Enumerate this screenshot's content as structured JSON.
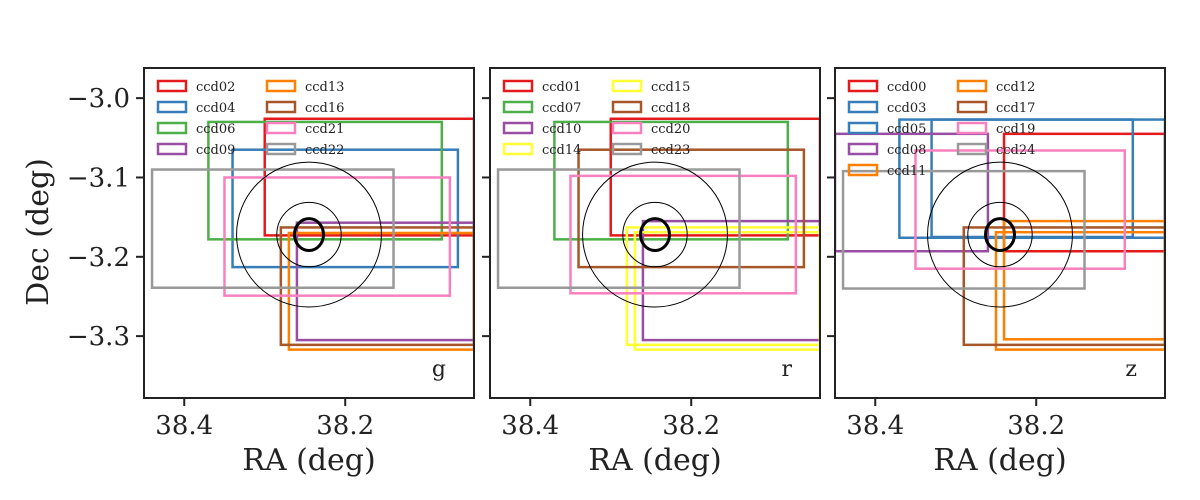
{
  "chart_data": {
    "type": "footprint",
    "xlabel": "RA (deg)",
    "ylabel": "Dec (deg)",
    "xlim": [
      38.45,
      38.04
    ],
    "ylim": [
      -3.378,
      -2.962
    ],
    "xticks": [
      38.4,
      38.2
    ],
    "xtick_labels": [
      "38.4",
      "38.2"
    ],
    "yticks": [
      -3.0,
      -3.1,
      -3.2,
      -3.3
    ],
    "ytick_labels": [
      "−3.0",
      "−3.1",
      "−3.2",
      "−3.3"
    ],
    "target": {
      "ra": 38.245,
      "dec": -3.172
    },
    "contour_radii_deg": [
      0.09,
      0.04,
      0.018
    ],
    "panels": [
      {
        "band": "g",
        "ccds": [
          {
            "name": "ccd02",
            "color": "#e41a1c",
            "ra": [
              38.04,
              38.3
            ],
            "dec": [
              -3.173,
              -3.026
            ]
          },
          {
            "name": "ccd04",
            "color": "#377eb8",
            "ra": [
              38.06,
              38.34
            ],
            "dec": [
              -3.213,
              -3.065
            ]
          },
          {
            "name": "ccd06",
            "color": "#4daf4a",
            "ra": [
              38.08,
              38.37
            ],
            "dec": [
              -3.178,
              -3.03
            ]
          },
          {
            "name": "ccd09",
            "color": "#984ea3",
            "ra": [
              38.04,
              38.26
            ],
            "dec": [
              -3.305,
              -3.157
            ]
          },
          {
            "name": "ccd13",
            "color": "#ff7f00",
            "ra": [
              38.04,
              38.27
            ],
            "dec": [
              -3.317,
              -3.17
            ]
          },
          {
            "name": "ccd16",
            "color": "#a65628",
            "ra": [
              38.04,
              38.28
            ],
            "dec": [
              -3.311,
              -3.163
            ]
          },
          {
            "name": "ccd21",
            "color": "#f781bf",
            "ra": [
              38.07,
              38.35
            ],
            "dec": [
              -3.249,
              -3.1
            ]
          },
          {
            "name": "ccd22",
            "color": "#999999",
            "ra": [
              38.14,
              38.44
            ],
            "dec": [
              -3.239,
              -3.09
            ]
          }
        ]
      },
      {
        "band": "r",
        "ccds": [
          {
            "name": "ccd01",
            "color": "#e41a1c",
            "ra": [
              38.04,
              38.3
            ],
            "dec": [
              -3.173,
              -3.026
            ]
          },
          {
            "name": "ccd07",
            "color": "#4daf4a",
            "ra": [
              38.08,
              38.37
            ],
            "dec": [
              -3.178,
              -3.03
            ]
          },
          {
            "name": "ccd10",
            "color": "#984ea3",
            "ra": [
              38.04,
              38.26
            ],
            "dec": [
              -3.305,
              -3.155
            ]
          },
          {
            "name": "ccd14",
            "color": "#ffff33",
            "ra": [
              38.04,
              38.28
            ],
            "dec": [
              -3.311,
              -3.163
            ]
          },
          {
            "name": "ccd15",
            "color": "#ffff33",
            "ra": [
              38.04,
              38.27
            ],
            "dec": [
              -3.317,
              -3.169
            ]
          },
          {
            "name": "ccd18",
            "color": "#a65628",
            "ra": [
              38.06,
              38.34
            ],
            "dec": [
              -3.213,
              -3.065
            ]
          },
          {
            "name": "ccd20",
            "color": "#f781bf",
            "ra": [
              38.07,
              38.35
            ],
            "dec": [
              -3.246,
              -3.098
            ]
          },
          {
            "name": "ccd23",
            "color": "#999999",
            "ra": [
              38.14,
              38.44
            ],
            "dec": [
              -3.239,
              -3.09
            ]
          }
        ]
      },
      {
        "band": "z",
        "ccds": [
          {
            "name": "ccd00",
            "color": "#e41a1c",
            "ra": [
              38.04,
              38.24
            ],
            "dec": [
              -3.193,
              -3.045
            ]
          },
          {
            "name": "ccd03",
            "color": "#377eb8",
            "ra": [
              38.04,
              38.37
            ],
            "dec": [
              -3.176,
              -3.027
            ]
          },
          {
            "name": "ccd05",
            "color": "#377eb8",
            "ra": [
              38.08,
              38.33
            ],
            "dec": [
              -3.175,
              -3.027
            ]
          },
          {
            "name": "ccd08",
            "color": "#984ea3",
            "ra": [
              38.26,
              38.45
            ],
            "dec": [
              -3.193,
              -3.045
            ]
          },
          {
            "name": "ccd11",
            "color": "#ff7f00",
            "ra": [
              38.04,
              38.25
            ],
            "dec": [
              -3.317,
              -3.169
            ]
          },
          {
            "name": "ccd12",
            "color": "#ff7f00",
            "ra": [
              38.04,
              38.24
            ],
            "dec": [
              -3.304,
              -3.155
            ]
          },
          {
            "name": "ccd17",
            "color": "#a65628",
            "ra": [
              38.04,
              38.29
            ],
            "dec": [
              -3.311,
              -3.163
            ]
          },
          {
            "name": "ccd19",
            "color": "#f781bf",
            "ra": [
              38.09,
              38.35
            ],
            "dec": [
              -3.215,
              -3.066
            ]
          },
          {
            "name": "ccd24",
            "color": "#999999",
            "ra": [
              38.14,
              38.44
            ],
            "dec": [
              -3.24,
              -3.092
            ]
          }
        ]
      }
    ]
  }
}
